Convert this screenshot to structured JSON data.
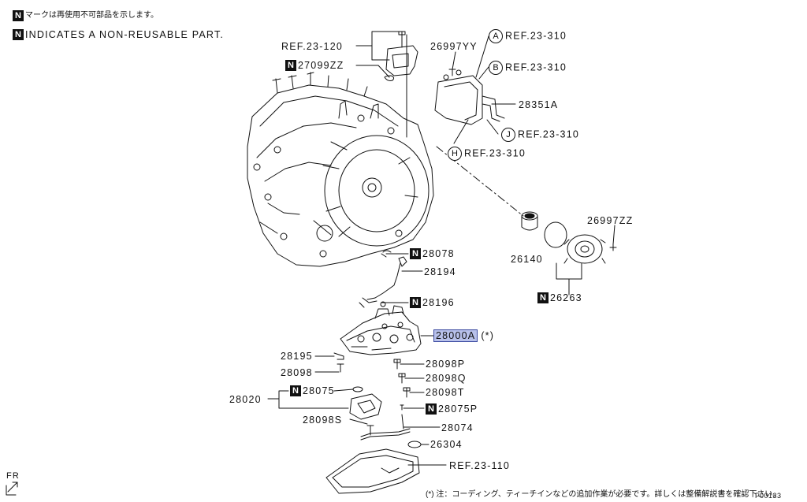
{
  "legend": {
    "jp": "マークは再使用不可部品を示します。",
    "en": "INDICATES A NON-REUSABLE PART.",
    "badge": "N"
  },
  "labels": {
    "ref_23_120": "REF.23-120",
    "p27099zz": "27099ZZ",
    "p26997yy": "26997YY",
    "ref_a": "REF.23-310",
    "ref_b": "REF.23-310",
    "p28351a": "28351A",
    "ref_j": "REF.23-310",
    "ref_h": "REF.23-310",
    "p26997zz": "26997ZZ",
    "p26140": "26140",
    "p26263": "26263",
    "p28078": "28078",
    "p28194": "28194",
    "p28196": "28196",
    "p28000a": "28000A",
    "p28000a_suffix": "(*)",
    "p28195": "28195",
    "p28098": "28098",
    "p28098p": "28098P",
    "p28098q": "28098Q",
    "p28098t": "28098T",
    "p28020": "28020",
    "p28075": "28075",
    "p28075p": "28075P",
    "p28098s": "28098S",
    "p28074": "28074",
    "p26304": "26304",
    "ref_23_110": "REF.23-110"
  },
  "circles": {
    "a": "A",
    "b": "B",
    "j": "J",
    "h": "H"
  },
  "badge": "N",
  "footer": {
    "note": "(*) 注：コーディング、ティーチインなどの追加作業が必要です。詳しくは整備解説書を確認下さい。",
    "code": "F00133",
    "fr": "FR"
  },
  "colors": {
    "highlight": "#b8c1ea",
    "line": "#111111"
  }
}
